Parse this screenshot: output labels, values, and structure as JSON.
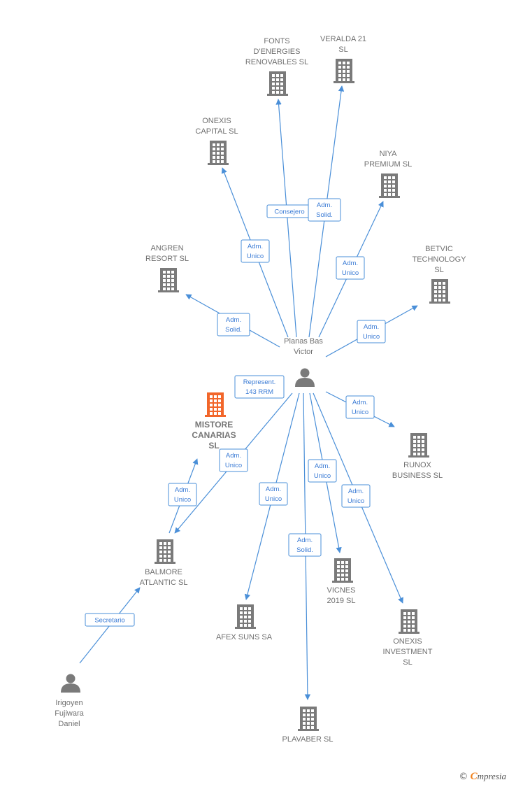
{
  "colors": {
    "edge": "#4a8fd8",
    "building": "#7a7a7a",
    "focus": "#f2662a",
    "person": "#7a7a7a"
  },
  "nodes": [
    {
      "id": "planas",
      "type": "person",
      "lines": [
        "Planas Bas",
        "Victor"
      ]
    },
    {
      "id": "mistore",
      "type": "company-focus",
      "lines": [
        "MISTORE",
        "CANARIAS",
        "SL"
      ]
    },
    {
      "id": "fonts",
      "type": "company",
      "lines": [
        "FONTS",
        "D'ENERGIES",
        "RENOVABLES SL"
      ]
    },
    {
      "id": "veralda",
      "type": "company",
      "lines": [
        "VERALDA 21",
        "SL"
      ]
    },
    {
      "id": "onexis_cap",
      "type": "company",
      "lines": [
        "ONEXIS",
        "CAPITAL  SL"
      ]
    },
    {
      "id": "niya",
      "type": "company",
      "lines": [
        "NIYA",
        "PREMIUM  SL"
      ]
    },
    {
      "id": "angren",
      "type": "company",
      "lines": [
        "ANGREN",
        "RESORT  SL"
      ]
    },
    {
      "id": "betvic",
      "type": "company",
      "lines": [
        "BETVIC",
        "TECHNOLOGY",
        "SL"
      ]
    },
    {
      "id": "runox",
      "type": "company",
      "lines": [
        "RUNOX",
        "BUSINESS  SL"
      ]
    },
    {
      "id": "balmore",
      "type": "company",
      "lines": [
        "BALMORE",
        "ATLANTIC  SL"
      ]
    },
    {
      "id": "vicnes",
      "type": "company",
      "lines": [
        "VICNES",
        "2019  SL"
      ]
    },
    {
      "id": "afex",
      "type": "company",
      "lines": [
        "AFEX SUNS SA"
      ]
    },
    {
      "id": "onexis_inv",
      "type": "company",
      "lines": [
        "ONEXIS",
        "INVESTMENT",
        "SL"
      ]
    },
    {
      "id": "plavaber",
      "type": "company",
      "lines": [
        "PLAVABER  SL"
      ]
    },
    {
      "id": "irigoyen",
      "type": "person",
      "lines": [
        "Irigoyen",
        "Fujiwara",
        "Daniel"
      ]
    }
  ],
  "edges": [
    {
      "from": "planas",
      "to": "fonts",
      "label": [
        "Consejero"
      ]
    },
    {
      "from": "planas",
      "to": "veralda",
      "label": [
        "Adm.",
        "Solid."
      ]
    },
    {
      "from": "planas",
      "to": "onexis_cap",
      "label": [
        "Adm.",
        "Unico"
      ]
    },
    {
      "from": "planas",
      "to": "niya",
      "label": [
        "Adm.",
        "Unico"
      ]
    },
    {
      "from": "planas",
      "to": "angren",
      "label": [
        "Adm.",
        "Solid."
      ]
    },
    {
      "from": "planas",
      "to": "betvic",
      "label": [
        "Adm.",
        "Unico"
      ]
    },
    {
      "from": "planas",
      "to": "mistore",
      "label": [
        "Represent.",
        "143 RRM"
      ]
    },
    {
      "from": "planas",
      "to": "runox",
      "label": [
        "Adm.",
        "Unico"
      ]
    },
    {
      "from": "planas",
      "to": "balmore",
      "label": [
        "Adm.",
        "Unico"
      ]
    },
    {
      "from": "planas",
      "to": "afex",
      "label": [
        "Adm.",
        "Unico"
      ]
    },
    {
      "from": "planas",
      "to": "vicnes",
      "label": [
        "Adm.",
        "Unico"
      ]
    },
    {
      "from": "planas",
      "to": "plavaber",
      "label": [
        "Adm.",
        "Solid."
      ]
    },
    {
      "from": "planas",
      "to": "onexis_inv",
      "label": [
        "Adm.",
        "Unico"
      ]
    },
    {
      "from": "balmore",
      "to": "mistore",
      "label": [
        "Adm.",
        "Unico"
      ]
    },
    {
      "from": "irigoyen",
      "to": "balmore",
      "label": [
        "Secretario"
      ]
    }
  ],
  "brand": {
    "symbol": "©",
    "first_letter": "C",
    "rest": "mpresia"
  }
}
